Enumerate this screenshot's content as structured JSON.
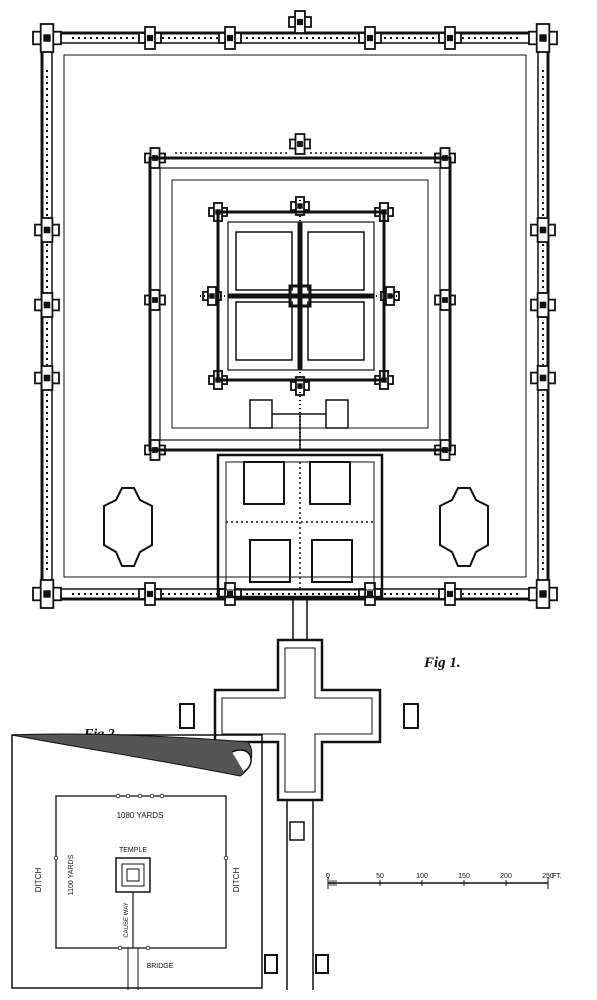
{
  "fig1": {
    "caption": "Fig 1."
  },
  "fig2": {
    "caption": "Fig 2.",
    "top_label": "1080 YARDS",
    "side_label": "1100 YARDS",
    "ditch_left": "DITCH",
    "ditch_right": "DITCH",
    "temple_label": "TEMPLE",
    "causeway_label": "CAUSE WAY",
    "bridge_label": "BRIDGE"
  },
  "scale": {
    "ticks": [
      "0",
      "50",
      "100",
      "150",
      "200",
      "250"
    ],
    "unit": "FT."
  },
  "colors": {
    "ink": "#111111",
    "paper": "#ffffff"
  }
}
